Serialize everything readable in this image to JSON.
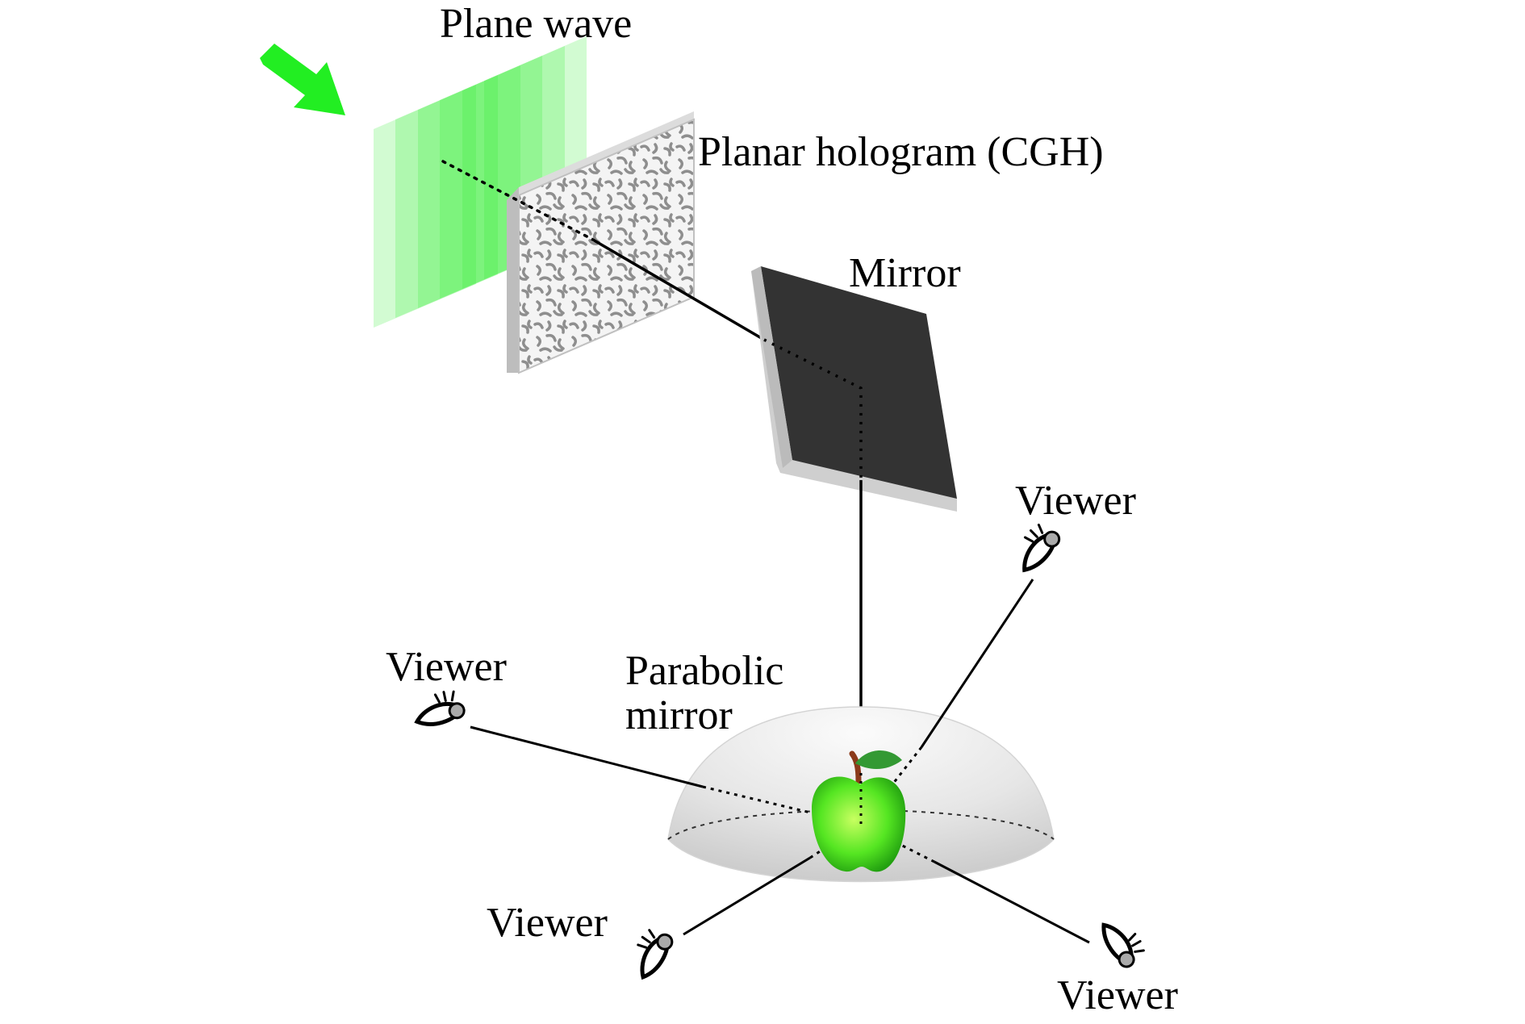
{
  "labels": {
    "plane_wave": "Plane wave",
    "planar_hologram": "Planar hologram (CGH)",
    "mirror": "Mirror",
    "parabolic_mirror_line1": "Parabolic",
    "parabolic_mirror_line2": "mirror",
    "viewer": "Viewer"
  },
  "colors": {
    "wave_green": "#33ee33",
    "arrow_green": "#22ee22",
    "mirror_face": "#333333",
    "mirror_edge": "#cfcfcf",
    "dome": "#e3e3e3",
    "apple": "#44dd22",
    "leaf": "#339933",
    "stem": "#8b3a1a"
  },
  "icons": [
    "arrow-icon",
    "eye-icon",
    "apple-icon"
  ]
}
